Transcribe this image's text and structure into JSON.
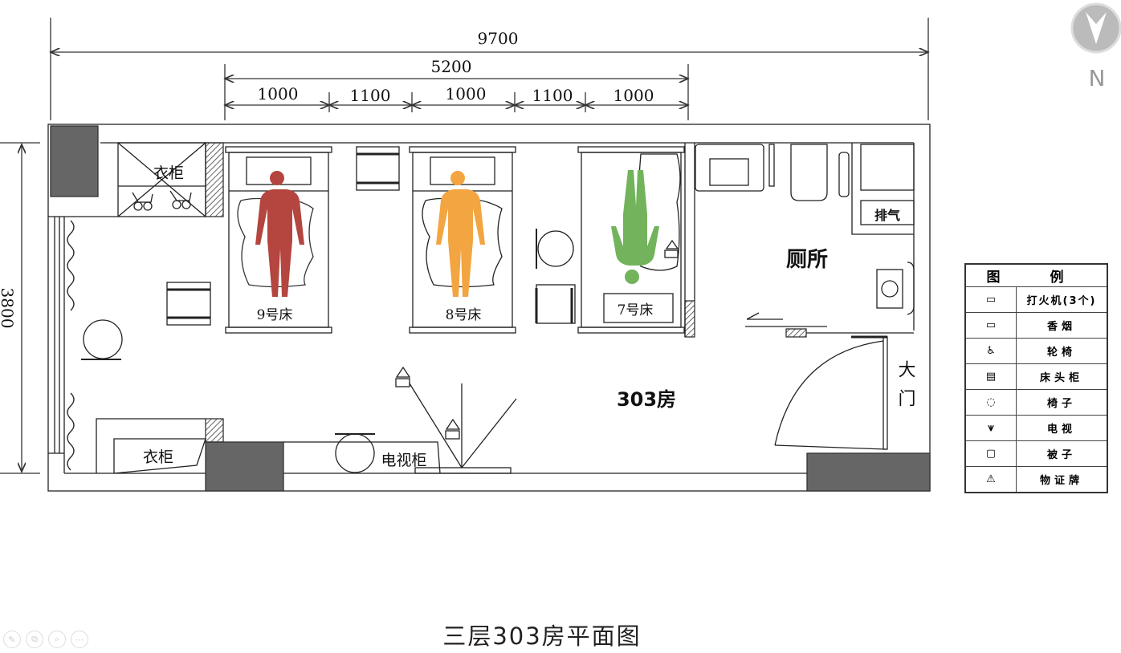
{
  "dimensions": {
    "total_width": "9700",
    "beds_span": "5200",
    "segments": [
      "1000",
      "1100",
      "1000",
      "1100",
      "1000"
    ],
    "height": "3800"
  },
  "rooms": {
    "main": "303房",
    "toilet": "厕所",
    "exhaust": "排气",
    "entrance": "大门",
    "wardrobe_top": "衣柜",
    "wardrobe_bottom": "衣柜",
    "tv_cabinet": "电视柜"
  },
  "beds": [
    {
      "label": "9号床",
      "color": "#b4453f"
    },
    {
      "label": "8号床",
      "color": "#f2a540"
    },
    {
      "label": "7号床",
      "color": "#72b35c"
    }
  ],
  "compass": {
    "label": "N"
  },
  "legend": {
    "title": "图 例",
    "items": [
      {
        "icon": "lighter-icon",
        "label": "打火机(3个)"
      },
      {
        "icon": "cigarette-icon",
        "label": "香烟"
      },
      {
        "icon": "wheelchair-icon",
        "label": "轮椅"
      },
      {
        "icon": "bedside-cabinet-icon",
        "label": "床头柜"
      },
      {
        "icon": "chair-icon",
        "label": "椅子"
      },
      {
        "icon": "tv-icon",
        "label": "电视"
      },
      {
        "icon": "quilt-icon",
        "label": "被子"
      },
      {
        "icon": "evidence-marker-icon",
        "label": "物证牌"
      }
    ]
  },
  "caption": "三层303房平面图"
}
